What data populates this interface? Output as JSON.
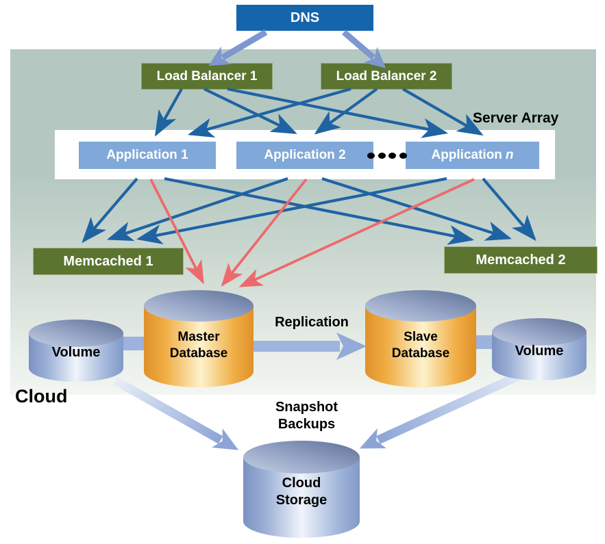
{
  "nodes": {
    "dns": "DNS",
    "load_balancer_1": "Load Balancer 1",
    "load_balancer_2": "Load Balancer 2",
    "application_1": "Application 1",
    "application_2": "Application 2",
    "application_n_prefix": "Application",
    "application_n_suffix": "n",
    "memcached_1": "Memcached 1",
    "memcached_2": "Memcached 2",
    "master_database_line1": "Master",
    "master_database_line2": "Database",
    "slave_database_line1": "Slave",
    "slave_database_line2": "Database",
    "volume_left": "Volume",
    "volume_right": "Volume",
    "cloud_storage_line1": "Cloud",
    "cloud_storage_line2": "Storage"
  },
  "labels": {
    "server_array": "Server Array",
    "replication": "Replication",
    "cloud": "Cloud",
    "snapshot_backups_line1": "Snapshot",
    "snapshot_backups_line2": "Backups"
  },
  "colors": {
    "dns_blue": "#1565ad",
    "olive_green": "#5b7430",
    "application_blue": "#80a8d8",
    "cloud_background_sage": "#b4c8c1",
    "arrow_steel_blue": "#1f63a3",
    "arrow_red": "#ed6a6c",
    "arrow_periwinkle": "#8da5d6",
    "database_orange": "#f0ae45",
    "cylinder_blue": "#9db1d7",
    "cylinder_top_gray_blue": "#7d8fb8"
  }
}
